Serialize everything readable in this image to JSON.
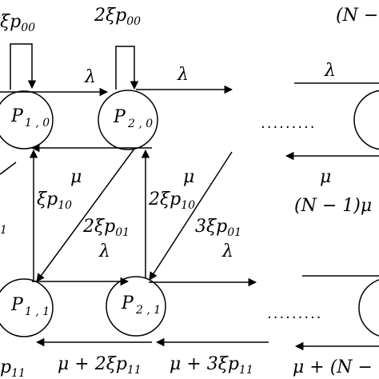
{
  "diagram": {
    "states": {
      "p10": {
        "letter": "P",
        "sub": "1 , 0"
      },
      "p20": {
        "letter": "P",
        "sub": "2 , 0"
      },
      "p11": {
        "letter": "P",
        "sub": "1 , 1"
      },
      "p21": {
        "letter": "P",
        "sub": "2 , 1"
      }
    },
    "labels": {
      "top_self_loop_1": "ξp",
      "top_self_loop_1_sub": "00",
      "top_self_loop_2": "2ξp",
      "top_self_loop_2_sub": "00",
      "top_right_partial": "(N −",
      "lambda_top_1": "λ",
      "lambda_top_2": "λ",
      "lambda_top_right": "λ",
      "mu_mid_1": "μ",
      "mu_mid_2": "μ",
      "xi_p10": "ξp",
      "xi_p10_sub": "10",
      "two_xi_p10": "2ξp",
      "two_xi_p10_sub": "10",
      "left_edge_partial": "1",
      "two_xi_p01": "2ξp",
      "two_xi_p01_sub": "01",
      "three_xi_p01": "3ξp",
      "three_xi_p01_sub": "01",
      "lambda_mid_1": "λ",
      "lambda_mid_2": "λ",
      "mu_right": "μ",
      "n_minus_1_mu": "(N − 1)μ",
      "bottom_left_partial": "p",
      "bottom_left_partial_sub": "11",
      "mu_plus_2xi_p11": "μ + 2ξp",
      "mu_plus_2xi_p11_sub": "11",
      "mu_plus_3xi_p11": "μ + 3ξp",
      "mu_plus_3xi_p11_sub": "11",
      "mu_plus_n_partial": "μ + (N −",
      "dots_top": ".........",
      "dots_bottom": "........."
    }
  }
}
